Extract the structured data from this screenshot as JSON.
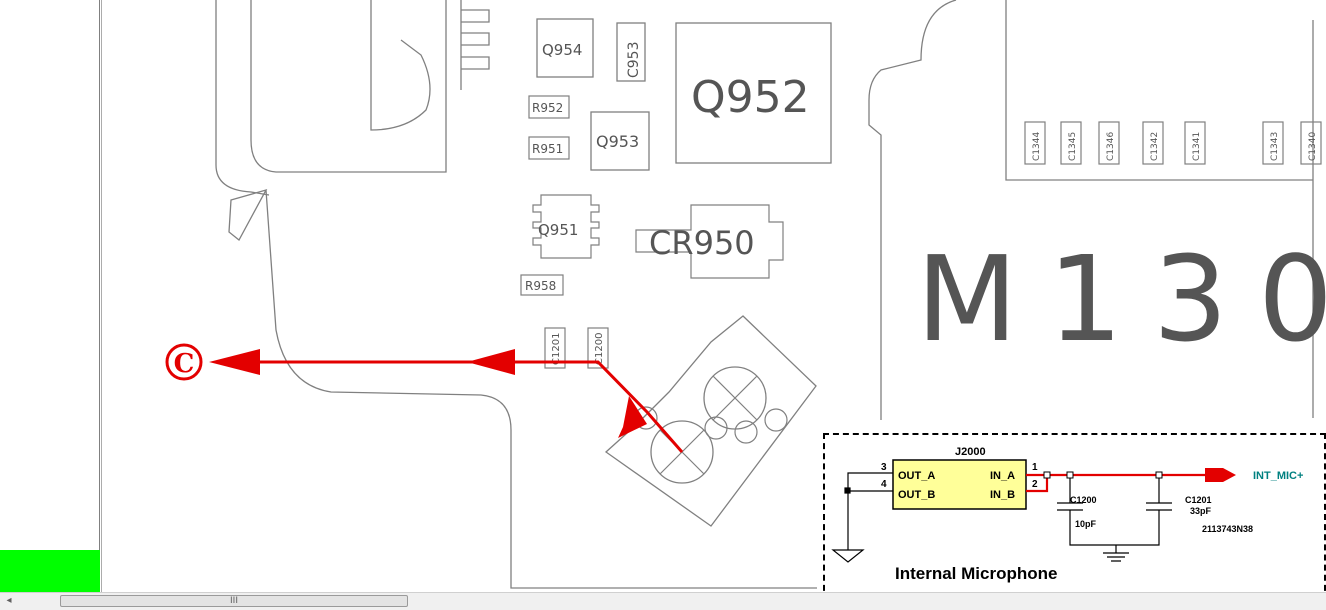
{
  "colors": {
    "trace": "#e30000",
    "outline": "#808080",
    "panel_accent": "#00ff00",
    "ic_fill": "#ffff99",
    "net_label": "#008080"
  },
  "board": {
    "components": {
      "q954": "Q954",
      "c953": "C953",
      "q952": "Q952",
      "r952": "R952",
      "r951": "R951",
      "q953": "Q953",
      "q951": "Q951",
      "cr950": "CR950",
      "r958": "R958",
      "c1201": "C1201",
      "c1200": "C1200",
      "m1300": "M130",
      "c1344": "C1344",
      "c1345": "C1345",
      "c1346": "C1346",
      "c1342": "C1342",
      "c1341": "C1341",
      "c1343": "C1343",
      "c1340": "C1340"
    },
    "connector_label": "C"
  },
  "inset": {
    "title": "Internal Microphone",
    "part_ref": "J2000",
    "pins": {
      "out_a": "OUT_A",
      "out_b": "OUT_B",
      "in_a": "IN_A",
      "in_b": "IN_B",
      "p1": "1",
      "p2": "2",
      "p3": "3",
      "p4": "4"
    },
    "caps": {
      "c1200_ref": "C1200",
      "c1200_val": "10pF",
      "c1201_ref": "C1201",
      "c1201_val": "33pF"
    },
    "part_number": "2113743N38",
    "net": "INT_MIC+"
  },
  "scrollbar": {
    "left_arrow": "◂",
    "thumb_grip": "III"
  }
}
